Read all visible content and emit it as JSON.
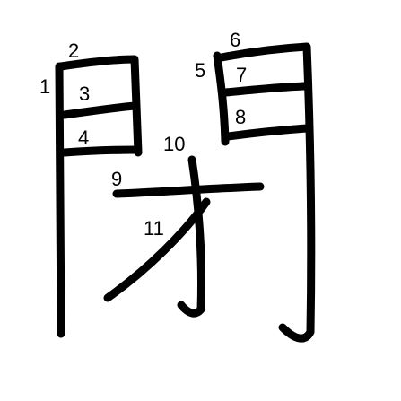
{
  "character": {
    "glyph": "閉",
    "stroke_color": "#000000",
    "background_color": "#ffffff"
  },
  "stroke_numbers": [
    "1",
    "2",
    "3",
    "4",
    "5",
    "6",
    "7",
    "8",
    "9",
    "10",
    "11"
  ]
}
